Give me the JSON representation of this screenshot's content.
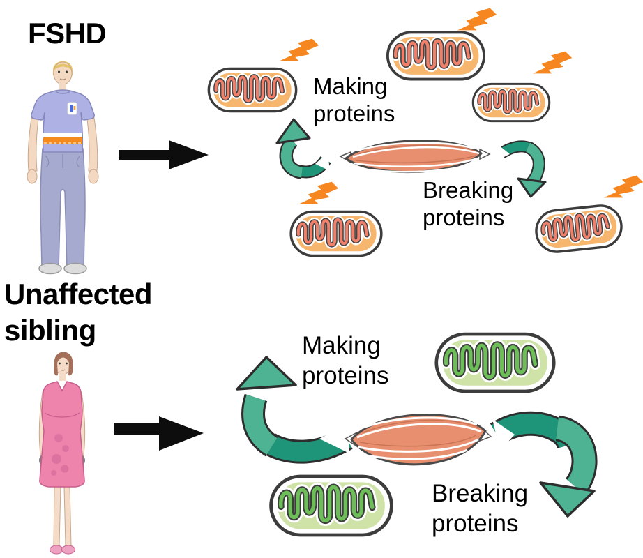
{
  "top_panel": {
    "title": "FSHD",
    "making_label": {
      "line1": "Making",
      "line2": "proteins"
    },
    "breaking_label": {
      "line1": "Breaking",
      "line2": "proteins"
    },
    "mitochondria": {
      "count": 5,
      "state": "stressed",
      "color_theme": "orange",
      "lightning_bolt_count": 5
    }
  },
  "bottom_panel": {
    "title": {
      "line1": "Unaffected",
      "line2": "sibling"
    },
    "making_label": {
      "line1": "Making",
      "line2": "proteins"
    },
    "breaking_label": {
      "line1": "Breaking",
      "line2": "proteins"
    },
    "mitochondria": {
      "count": 2,
      "state": "healthy",
      "color_theme": "green",
      "lightning_bolt_count": 0
    }
  },
  "colors": {
    "text": "#000000",
    "black_arrow": "#0d0d0d",
    "lightning": "#F6861F",
    "arrow_light": "#4DB392",
    "arrow_dark": "#1E9478",
    "arrow_outline": "#2d2d2d",
    "stressed_matrix": "#F7B66E",
    "stressed_cristae": "#F0806A",
    "healthy_matrix": "#CFE3A8",
    "healthy_cristae": "#6DBE59",
    "muscle": "#E88F6F",
    "mito_outline": "#3c3c3c",
    "skin": "#F3D8C2",
    "shirt": "#AEB1E3",
    "jeans": "#A6AACE",
    "dress": "#EE83AC",
    "male_hair": "#E5C469",
    "female_hair": "#A5705A"
  }
}
